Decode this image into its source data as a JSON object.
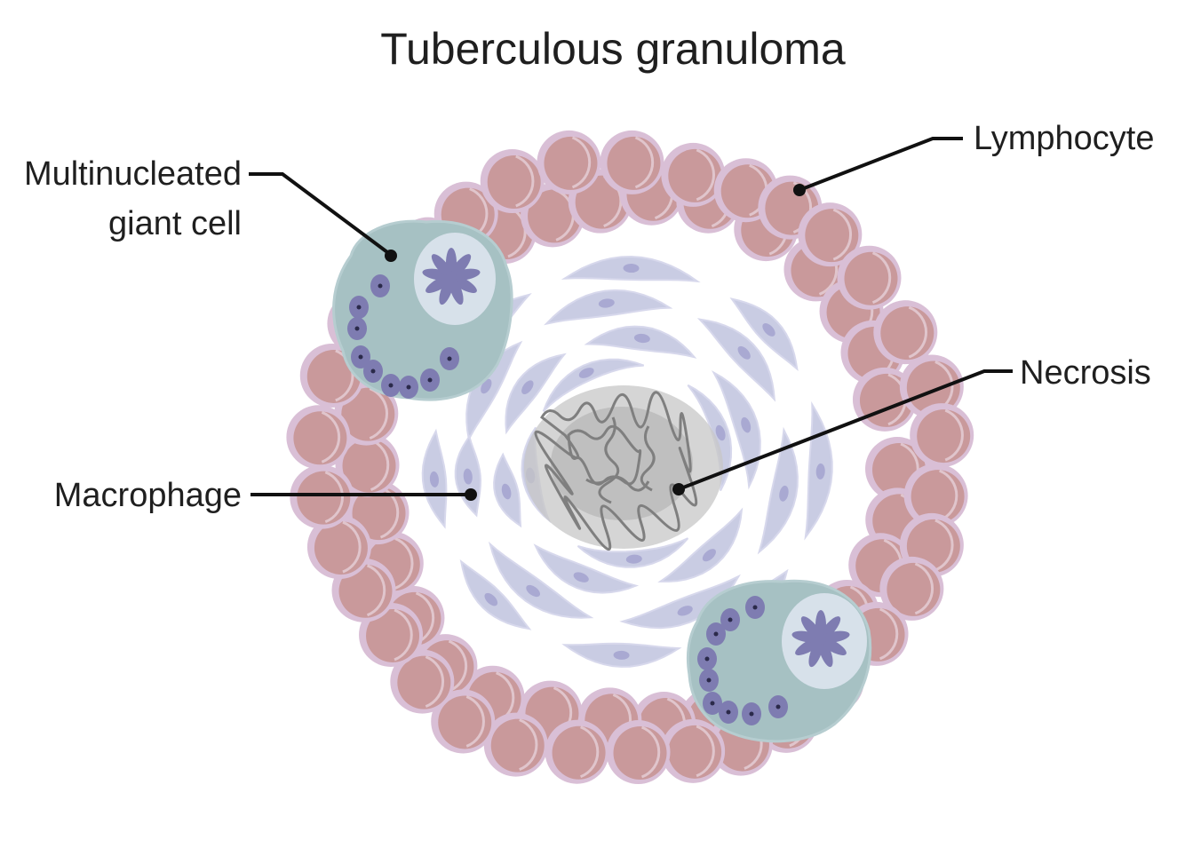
{
  "title": "Tuberculous granuloma",
  "labels": {
    "giant_cell_line1": "Multinucleated",
    "giant_cell_line2": "giant cell",
    "lymphocyte": "Lymphocyte",
    "necrosis": "Necrosis",
    "macrophage": "Macrophage"
  },
  "colors": {
    "lymphocyte_fill": "#c9999b",
    "lymphocyte_rim": "#d9bfd6",
    "macrophage_fill": "#c9cce3",
    "macrophage_nucleus": "#a9a9d2",
    "giant_cell_fill": "#a6c1c3",
    "giant_cell_nucleus": "#7e7cb1",
    "necrosis_fill": "#c2c2c2",
    "necrosis_line": "#7f7f7f",
    "leader_line": "#111111"
  },
  "icons": [
    "lymphocyte-cell-icon",
    "macrophage-cell-icon",
    "giant-cell-icon",
    "necrosis-core-icon",
    "asteroid-body-icon"
  ]
}
